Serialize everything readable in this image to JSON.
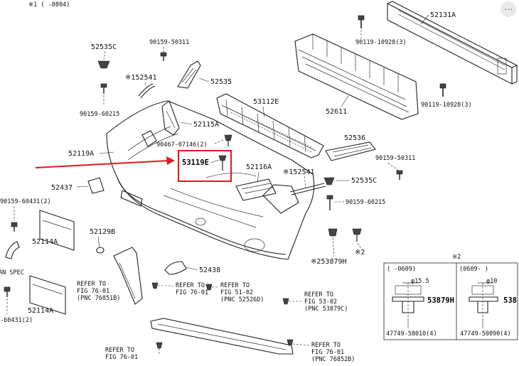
{
  "header": {
    "note": "※1 (   -0804)"
  },
  "labels": {
    "p52131A": "52131A",
    "p90119a": "90119-10928(3)",
    "p90119b": "90119-10928(3)",
    "p52611": "52611",
    "p52535C_top": "52535C",
    "p90159_50311_top": "90159-50311",
    "p52541_left": "※152541",
    "p52535": "52535",
    "p90159_60215_left": "90159-60215",
    "p53112E": "53112E",
    "p52115A": "52115A",
    "p90467": "90467-07146(2)",
    "p52119A": "52119A",
    "p53119E": "53119E",
    "p52116A": "52116A",
    "p52541_right": "※152541",
    "p52536": "52536",
    "p90159_50311_right": "90159-50311",
    "p52535C_right": "52535C",
    "p90159_60215_right": "90159-60215",
    "p52437": "52437",
    "p90159_60431_top": "90159-60431(2)",
    "p52114A_top": "52114A",
    "p52129B": "52129B",
    "p52438": "52438",
    "p53879H": "※253879H",
    "p_note2": "※2",
    "p_spec": "AN SPEC",
    "p52114A_bot": "52114A",
    "p90159_60431_bot": "-60431(2)"
  },
  "refs": [
    {
      "l1": "REFER TO",
      "l2": "FIG 76-01",
      "l3": "(PNC 76851B)"
    },
    {
      "l1": "REFER TO",
      "l2": "FIG 76-01",
      "l3": ""
    },
    {
      "l1": "REFER TO",
      "l2": "FIG 51-02",
      "l3": "(PNC 52526D)"
    },
    {
      "l1": "REFER TO",
      "l2": "FIG 53-02",
      "l3": "(PNC 53879C)"
    },
    {
      "l1": "REFER TO",
      "l2": "FIG 76-01",
      "l3": ""
    },
    {
      "l1": "REFER TO",
      "l2": "FIG 76-01",
      "l3": "(PNC 76852B)"
    }
  ],
  "inset": {
    "title": "※2",
    "left": {
      "range": "(    -0609)",
      "dim": "φ15.5",
      "part": "53879H",
      "code": "47749-58010(4)"
    },
    "right": {
      "range": "(0609-    )",
      "dim": "φ10",
      "part": "538",
      "code": "47749-50090(4)"
    }
  },
  "colors": {
    "highlight": "#e0191b",
    "line": "#222222"
  }
}
